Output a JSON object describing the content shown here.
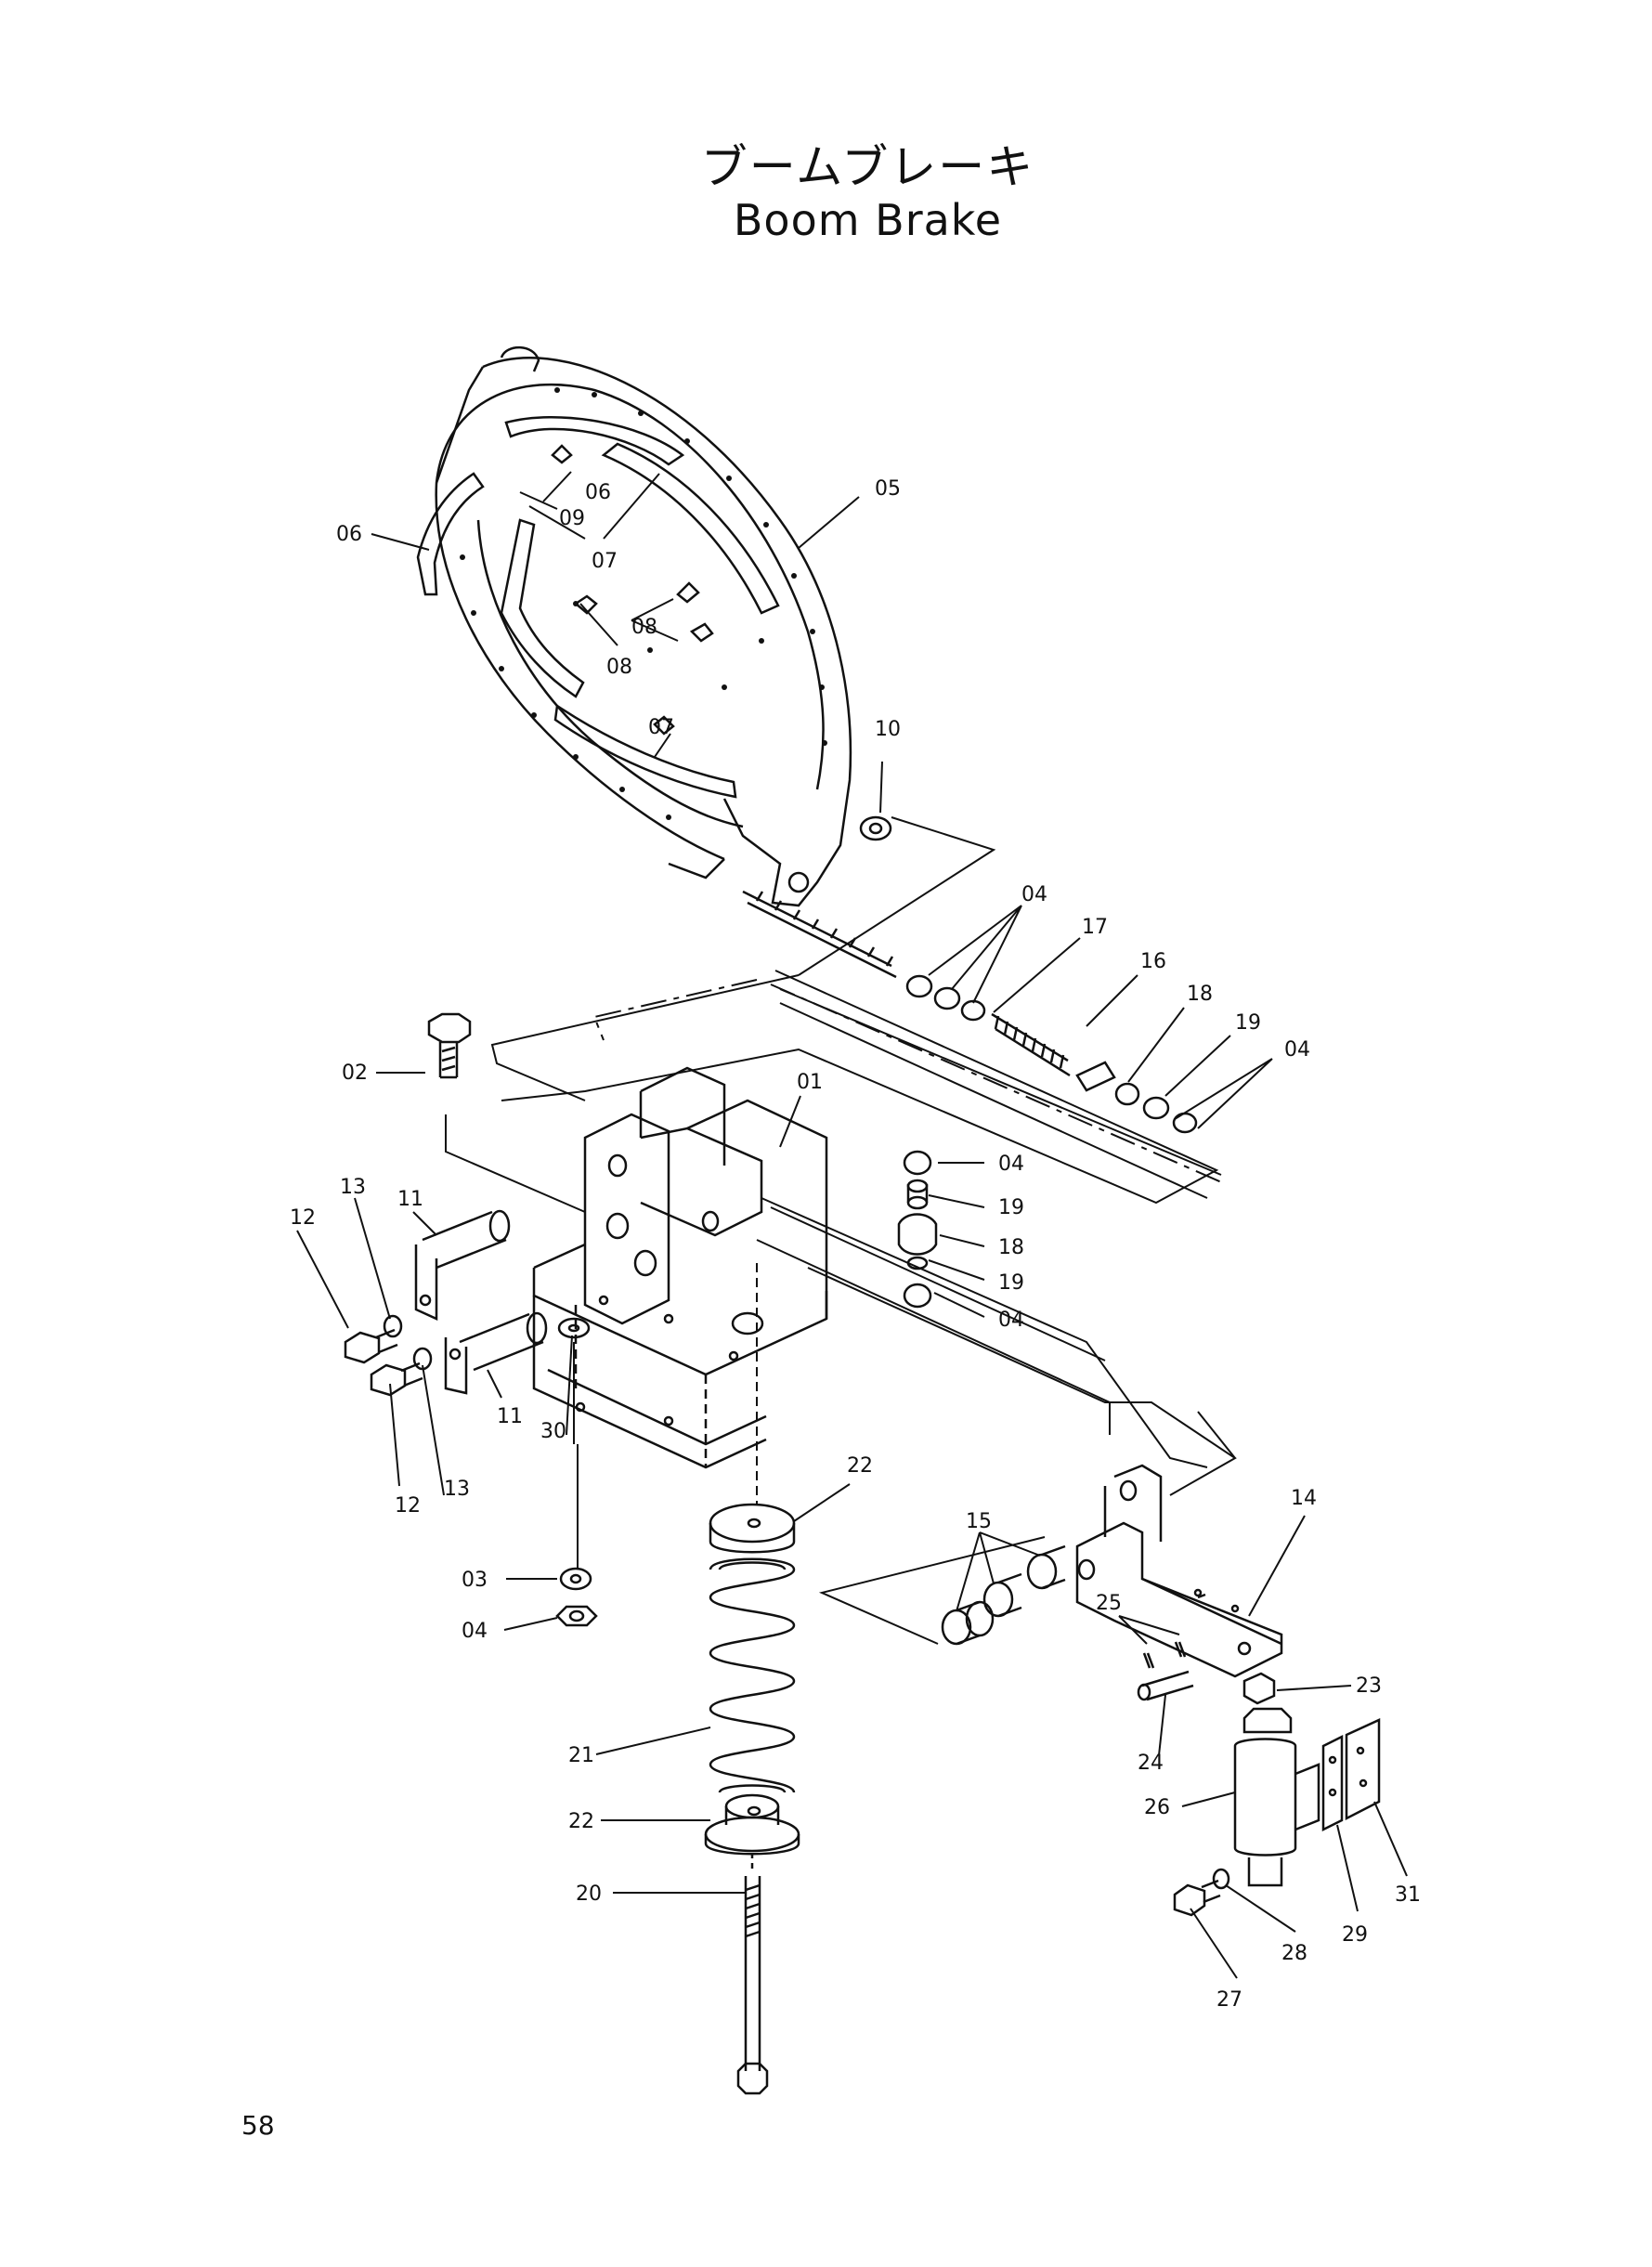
{
  "title_ja": "ブームブレーキ",
  "title_en": "Boom Brake",
  "page_number": "58",
  "callouts": [
    {
      "id": "c05",
      "text": "05"
    },
    {
      "id": "c06a",
      "text": "06"
    },
    {
      "id": "c06b",
      "text": "06"
    },
    {
      "id": "c09",
      "text": "09"
    },
    {
      "id": "c07a",
      "text": "07"
    },
    {
      "id": "c08a",
      "text": "08"
    },
    {
      "id": "c08b",
      "text": "08"
    },
    {
      "id": "c07b",
      "text": "07"
    },
    {
      "id": "c10",
      "text": "10"
    },
    {
      "id": "c04a",
      "text": "04"
    },
    {
      "id": "c17",
      "text": "17"
    },
    {
      "id": "c16",
      "text": "16"
    },
    {
      "id": "c18a",
      "text": "18"
    },
    {
      "id": "c19a",
      "text": "19"
    },
    {
      "id": "c04b",
      "text": "04"
    },
    {
      "id": "c02",
      "text": "02"
    },
    {
      "id": "c01",
      "text": "01"
    },
    {
      "id": "c04c",
      "text": "04"
    },
    {
      "id": "c19b",
      "text": "19"
    },
    {
      "id": "c18b",
      "text": "18"
    },
    {
      "id": "c19c",
      "text": "19"
    },
    {
      "id": "c04d",
      "text": "04"
    },
    {
      "id": "c11a",
      "text": "11"
    },
    {
      "id": "c13a",
      "text": "13"
    },
    {
      "id": "c12a",
      "text": "12"
    },
    {
      "id": "c11b",
      "text": "11"
    },
    {
      "id": "c12b",
      "text": "12"
    },
    {
      "id": "c13b",
      "text": "13"
    },
    {
      "id": "c30",
      "text": "30"
    },
    {
      "id": "c22a",
      "text": "22"
    },
    {
      "id": "c14",
      "text": "14"
    },
    {
      "id": "c15",
      "text": "15"
    },
    {
      "id": "c03",
      "text": "03"
    },
    {
      "id": "c04e",
      "text": "04"
    },
    {
      "id": "c25",
      "text": "25"
    },
    {
      "id": "c23",
      "text": "23"
    },
    {
      "id": "c21",
      "text": "21"
    },
    {
      "id": "c24",
      "text": "24"
    },
    {
      "id": "c26",
      "text": "26"
    },
    {
      "id": "c22b",
      "text": "22"
    },
    {
      "id": "c31",
      "text": "31"
    },
    {
      "id": "c20",
      "text": "20"
    },
    {
      "id": "c29",
      "text": "29"
    },
    {
      "id": "c28",
      "text": "28"
    },
    {
      "id": "c27",
      "text": "27"
    }
  ]
}
